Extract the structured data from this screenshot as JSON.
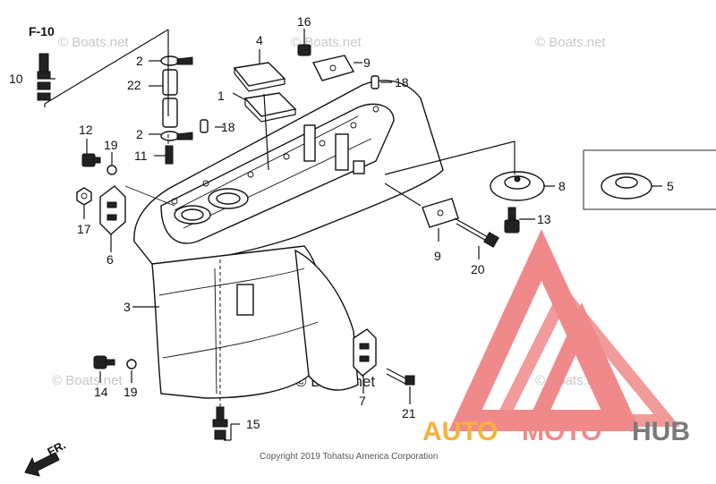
{
  "diagram": {
    "section_ref": "F-10",
    "direction_label": "FR.",
    "copyright": "Copyright 2019 Tohatsu America Corporation",
    "watermark": "© Boats.net",
    "callouts": {
      "c1": "1",
      "c2a": "2",
      "c2b": "2",
      "c3": "3",
      "c4": "4",
      "c5": "5",
      "c6": "6",
      "c7": "7",
      "c8": "8",
      "c9a": "9",
      "c9b": "9",
      "c10": "10",
      "c11": "11",
      "c12": "12",
      "c13": "13",
      "c14": "14",
      "c15": "15",
      "c16": "16",
      "c17": "17",
      "c18a": "18",
      "c18b": "18",
      "c19a": "19",
      "c19b": "19",
      "c20": "20",
      "c21": "21",
      "c22": "22"
    }
  },
  "logo": {
    "word_part1": "AUTO",
    "word_part2": "MOTO",
    "word_part3": "HUB",
    "color_yellow": "#f3b33d",
    "color_pink": "#f08a8a",
    "color_gray": "#7a7a7a"
  }
}
